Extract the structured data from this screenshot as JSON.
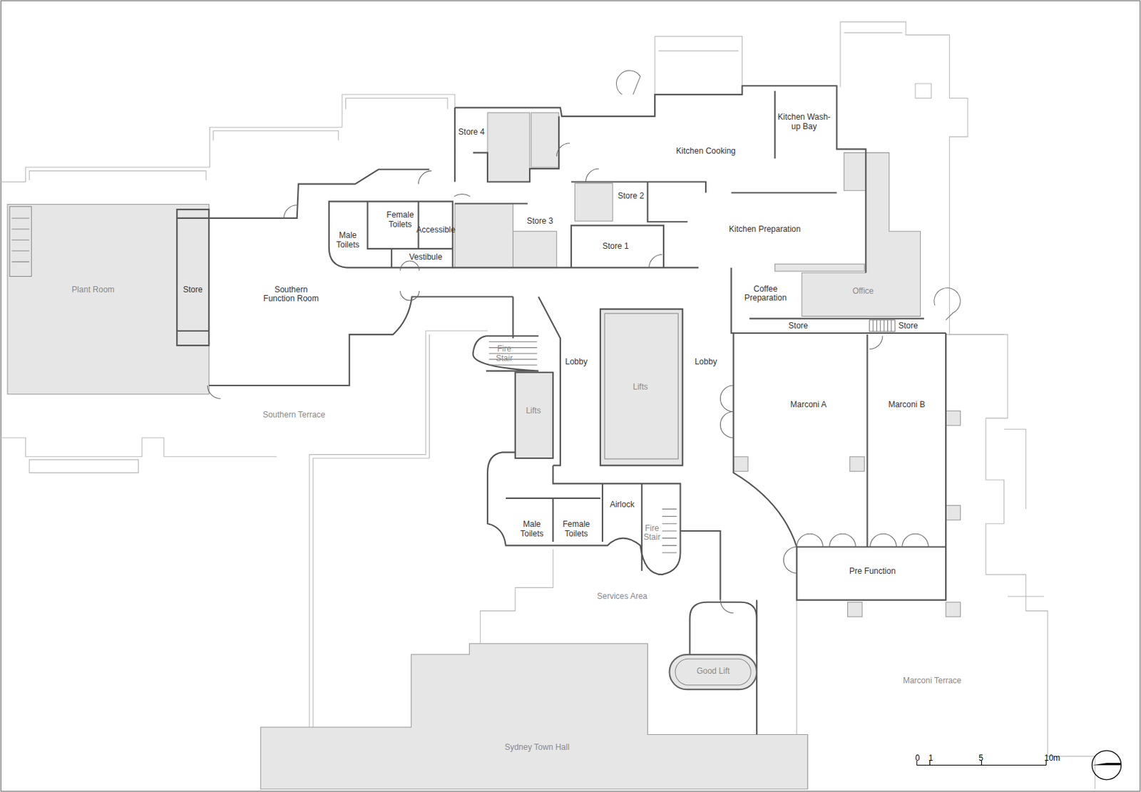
{
  "diagram": {
    "nodes": [
      {
        "text": [
          "Plant Room"
        ]
      },
      {
        "text": [
          "Store"
        ]
      },
      {
        "text": [
          "Southern Function Room"
        ]
      },
      {
        "text": [
          "Male Toilets"
        ]
      },
      {
        "text": [
          "Female Toilets"
        ]
      },
      {
        "text": [
          "Accessible"
        ]
      },
      {
        "text": [
          "Vestibule"
        ]
      },
      {
        "text": [
          "Store 4"
        ]
      },
      {
        "text": [
          "Store 3"
        ]
      },
      {
        "text": [
          "Store 2"
        ]
      },
      {
        "text": [
          "Store 1"
        ]
      },
      {
        "text": [
          "Kitchen Cooking"
        ]
      },
      {
        "text": [
          "Kitchen Wash-up Bay"
        ]
      },
      {
        "text": [
          "Kitchen Preparation"
        ]
      },
      {
        "text": [
          "Coffee Preparation"
        ]
      },
      {
        "text": [
          "Office"
        ]
      },
      {
        "text": [
          "Store"
        ]
      },
      {
        "text": [
          "Store"
        ]
      },
      {
        "text": [
          "Fire Stair"
        ]
      },
      {
        "text": [
          "Lifts"
        ]
      },
      {
        "text": [
          "Lifts"
        ]
      },
      {
        "text": [
          "Marconi A"
        ]
      },
      {
        "text": [
          "Marconi B"
        ]
      },
      {
        "text": [
          "Pre Function"
        ]
      },
      {
        "text": [
          "Male Toilets"
        ]
      },
      {
        "text": [
          "Female Toilets"
        ]
      },
      {
        "text": [
          "Airlock"
        ]
      },
      {
        "text": [
          "Fire Stair"
        ]
      },
      {
        "text": [
          "Good Lift"
        ]
      },
      {
        "text": [
          "Sydney Town Hall"
        ]
      }
    ],
    "labels": [
      "Lobby",
      "Lobby",
      "Southern Terrace",
      "Services Area",
      "Marconi Terrace",
      "0",
      "1",
      "5",
      "10m"
    ]
  }
}
